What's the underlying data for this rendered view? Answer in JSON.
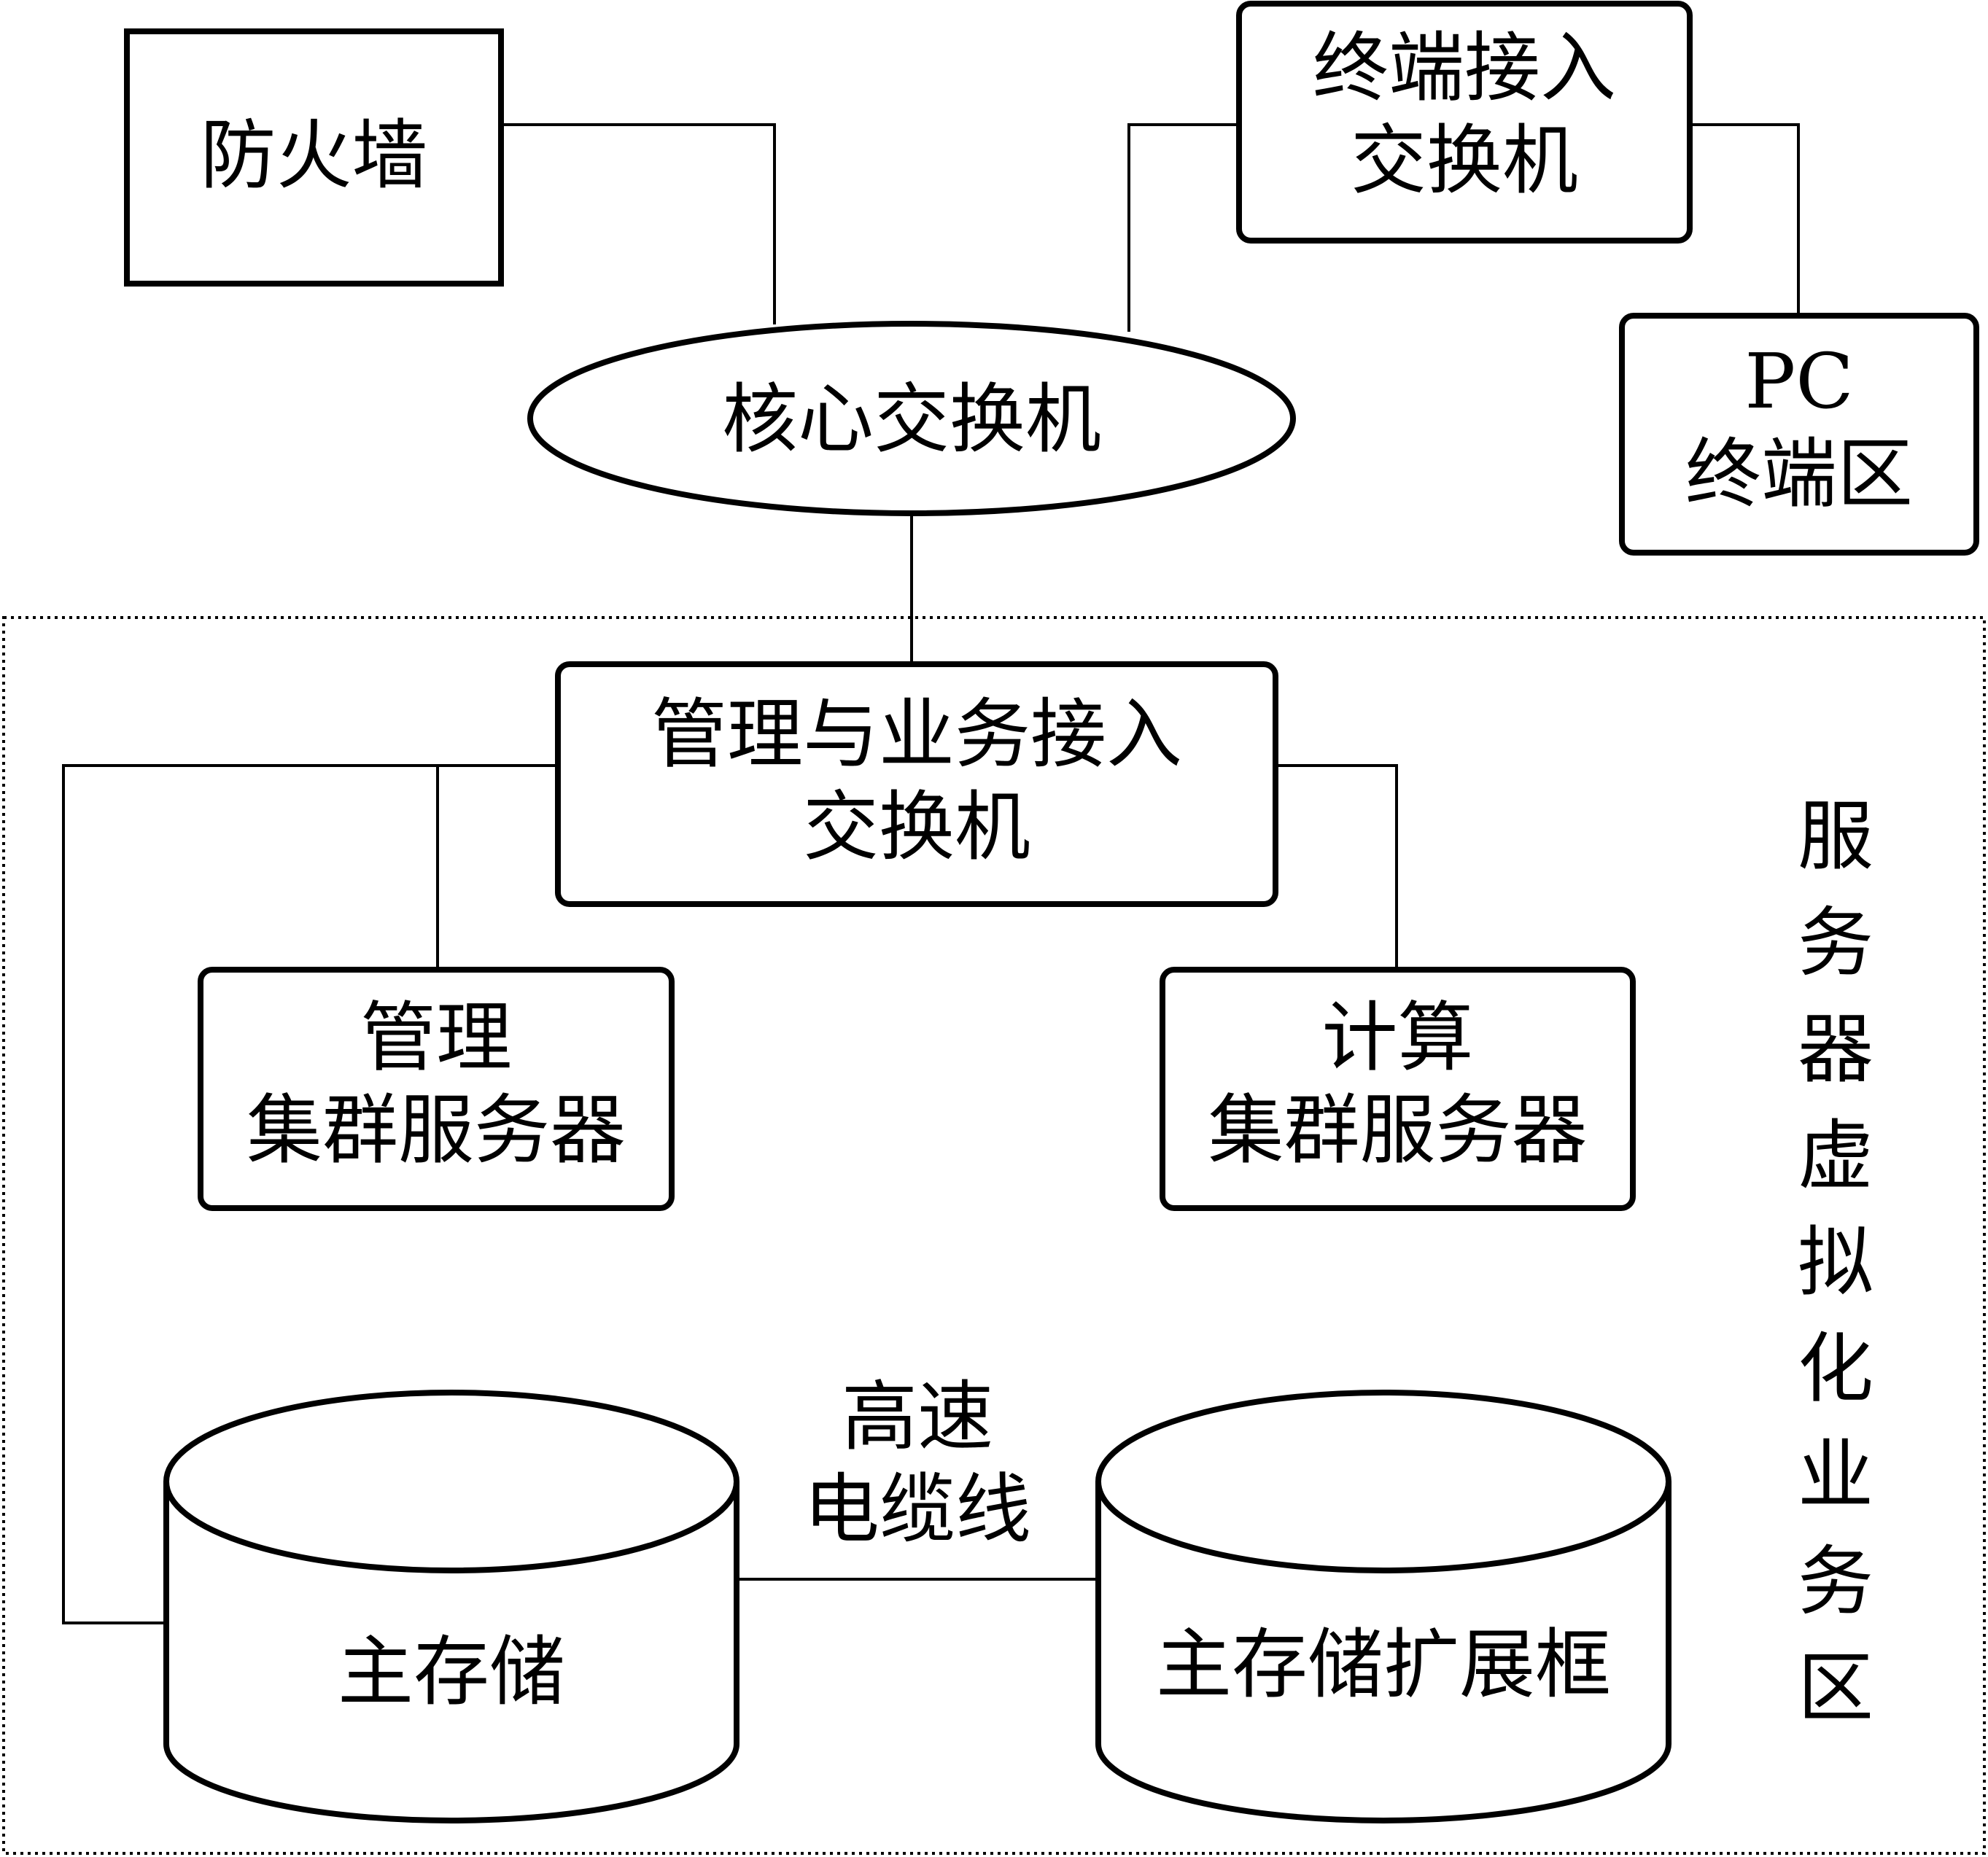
{
  "nodes": {
    "firewall": {
      "label": "防火墙"
    },
    "terminal_switch": {
      "label": "终端接入\n交换机"
    },
    "pc_area": {
      "label": "PC\n终端区"
    },
    "core_switch": {
      "label": "核心交换机"
    },
    "mgmt_service_switch": {
      "label": "管理与业务接入\n交换机"
    },
    "mgmt_cluster": {
      "label": "管理\n集群服务器"
    },
    "compute_cluster": {
      "label": "计算\n集群服务器"
    },
    "main_storage": {
      "label": "主存储"
    },
    "storage_expansion": {
      "label": "主存储扩展框"
    }
  },
  "edges": {
    "cable_label": "高速\n电缆线"
  },
  "zone": {
    "label_chars": [
      "服",
      "务",
      "器",
      "虚",
      "拟",
      "化",
      "业",
      "务",
      "区"
    ]
  }
}
